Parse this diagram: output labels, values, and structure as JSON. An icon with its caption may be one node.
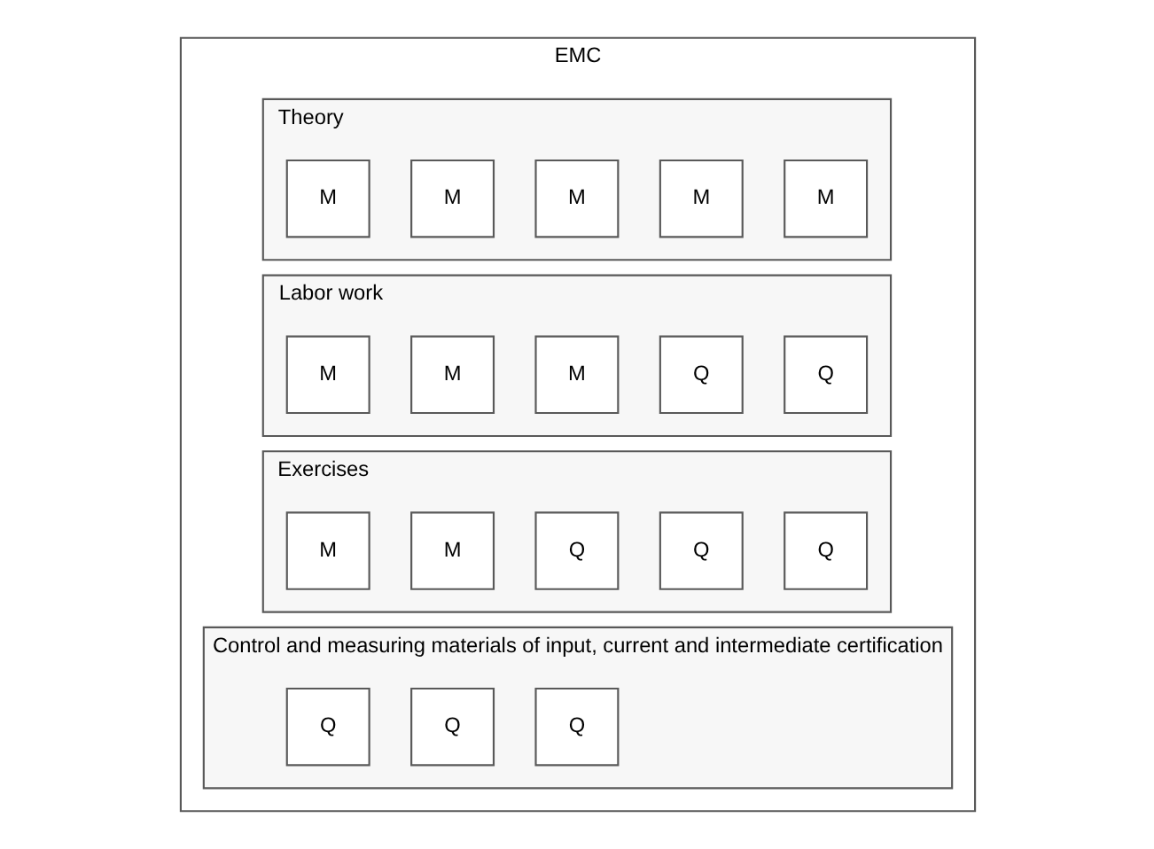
{
  "diagram": {
    "nodes": [
      {
        "text": [
          "EMC"
        ]
      },
      {
        "text": [
          "Theory"
        ],
        "in": 0
      },
      {
        "text": [
          "M"
        ],
        "in": 1
      },
      {
        "text": [
          "M"
        ],
        "in": 1
      },
      {
        "text": [
          "M"
        ],
        "in": 1
      },
      {
        "text": [
          "M"
        ],
        "in": 1
      },
      {
        "text": [
          "M"
        ],
        "in": 1
      },
      {
        "text": [
          "Labor work"
        ],
        "in": 0
      },
      {
        "text": [
          "M"
        ],
        "in": 7
      },
      {
        "text": [
          "M"
        ],
        "in": 7
      },
      {
        "text": [
          "M"
        ],
        "in": 7
      },
      {
        "text": [
          "Q"
        ],
        "in": 7
      },
      {
        "text": [
          "Q"
        ],
        "in": 7
      },
      {
        "text": [
          "Exercises"
        ],
        "in": 0
      },
      {
        "text": [
          "M"
        ],
        "in": 13
      },
      {
        "text": [
          "M"
        ],
        "in": 13
      },
      {
        "text": [
          "Q"
        ],
        "in": 13
      },
      {
        "text": [
          "Q"
        ],
        "in": 13
      },
      {
        "text": [
          "Q"
        ],
        "in": 13
      },
      {
        "text": [
          "Control and measuring materials of input, current and intermediate certification"
        ],
        "in": 0
      },
      {
        "text": [
          "Q"
        ],
        "in": 19
      },
      {
        "text": [
          "Q"
        ],
        "in": 19
      },
      {
        "text": [
          "Q"
        ],
        "in": 19
      }
    ]
  }
}
